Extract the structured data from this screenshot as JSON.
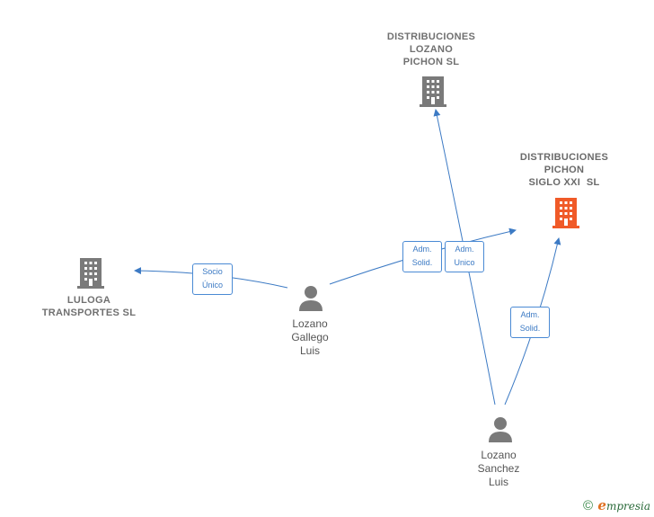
{
  "nodes": {
    "company_lozano_pichon": {
      "lines": [
        "DISTRIBUCIONES",
        "LOZANO",
        "PICHON SL"
      ],
      "icon": "building-icon",
      "color": "#7a7a7a"
    },
    "company_pichon_siglo": {
      "lines": [
        "DISTRIBUCIONES",
        "PICHON",
        "SIGLO XXI  SL"
      ],
      "icon": "building-icon",
      "color": "#f05a28"
    },
    "company_luloga": {
      "lines": [
        "LULOGA",
        "TRANSPORTES SL"
      ],
      "icon": "building-icon",
      "color": "#7a7a7a"
    },
    "person_gallego": {
      "lines": [
        "Lozano",
        "Gallego",
        "Luis"
      ],
      "icon": "person-icon",
      "color": "#7a7a7a"
    },
    "person_sanchez": {
      "lines": [
        "Lozano",
        "Sanchez",
        "Luis"
      ],
      "icon": "person-icon",
      "color": "#7a7a7a"
    }
  },
  "edges": {
    "gallego_luloga": {
      "lines": [
        "Socio",
        "Único"
      ]
    },
    "gallego_siglo": {
      "lines": [
        "Adm.",
        "Solid."
      ]
    },
    "sanchez_lozano_pichon": {
      "lines": [
        "Adm.",
        "Unico"
      ]
    },
    "sanchez_siglo": {
      "lines": [
        "Adm.",
        "Solid."
      ]
    }
  },
  "edge_color": "#3c7ac4",
  "footer": {
    "copyright": "©",
    "brand_initial": "e",
    "brand_rest": "mpresia"
  }
}
